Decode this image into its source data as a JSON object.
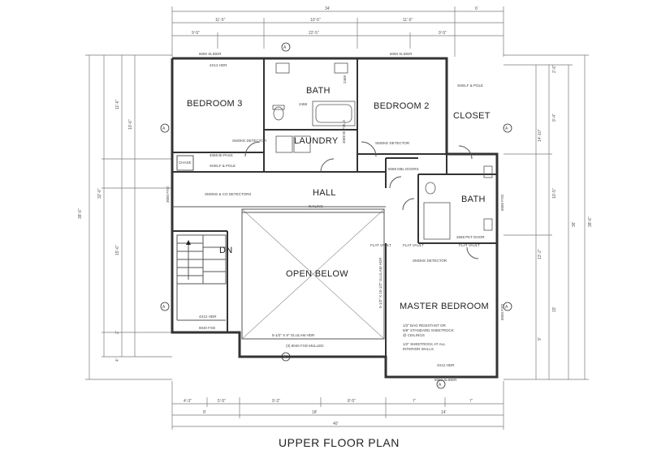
{
  "title": "UPPER FLOOR PLAN",
  "rooms": {
    "bedroom3": "BEDROOM 3",
    "bath_upper": "BATH",
    "bedroom2": "BEDROOM 2",
    "closet": "CLOSET",
    "laundry": "LAUNDRY",
    "hall": "HALL",
    "bath_master": "BATH",
    "open_below": "OPEN BELOW",
    "master_bedroom": "MASTER BEDROOM",
    "stair": "DN",
    "chase": "CHASE"
  },
  "notes": {
    "slider_top_left": "6050 SLIDER",
    "slider_top_right": "6050 SLIDER",
    "slider_bottom": "6050 SLIDER",
    "header_top": "4X12 HDR",
    "header_master": "4X12 HDR",
    "header_stair": "4X12 HDR",
    "fixed_stair": "8040 FXD",
    "pocket_door_1": "2468",
    "pocket_door_2": "2468",
    "bifold_bed3": "4068 BI-PASS",
    "shelf_pole_bed3": "SHELF & POLE",
    "shelf_pole_closet": "SHELF & POLE",
    "bifold_laundry": "4068 BI-FOLD",
    "dbl_doors": "5068 DBL DOORS",
    "smoke_hall": "SMOKE & CO DETECTORS",
    "smoke_bed3": "SMOKE DETECTOR",
    "smoke_master": "SMOKE DETECTOR",
    "smoke_bed2": "SMOKE DETECTOR",
    "railing": "RAILING",
    "glulam": "5-1/2\" X 9\" GLULAM HDR",
    "mulled": "(3) 8040 FXD MULLED",
    "master_note_1": "1/2\" BAG RESISTANT OR",
    "master_note_2": "5/8\" STANDARD SHEETROCK",
    "master_note_3": "@ CEILINGS",
    "master_note_4": "1/2\" SHEETROCK AT ALL",
    "master_note_5": "INTERIOR WALLS",
    "pkt_door": "2668 PKT DOOR",
    "fxd_right": "6050 FXD",
    "fxd_master_right": "6050 FXD",
    "fxd_left": "3050 FXD",
    "flat_vault_1": "FLAT VAULT",
    "flat_vault_2": "FLAT VAULT",
    "flat_vault_3": "FLAT VAULT",
    "hdr_vert": "5-1/2\" X 10-1/2\" GLULAM HDR"
  },
  "dimensions": {
    "top_overall": "34'",
    "top_right_overall": "6'",
    "top_row2_left": "11'-5\"",
    "top_row2_mid": "10'-5\"",
    "top_row2_right": "11'-5\"",
    "top_row3_left": "9'-5\"",
    "top_row3_mid": "22'-5\"",
    "top_row3_right": "9'-5\"",
    "bottom_row1_a": "4'-3\"",
    "bottom_row1_b": "5'-5\"",
    "bottom_row1_c": "9'-3\"",
    "bottom_row1_d": "8'-5\"",
    "bottom_row1_e": "7'",
    "bottom_row1_f": "7'",
    "bottom_row2_a": "8'",
    "bottom_row2_b": "18'",
    "bottom_row2_c": "14'",
    "bottom_overall": "40'",
    "left_overall": "38'-6\"",
    "left_row2": "32'-6\"",
    "left_a": "11'-6\"",
    "left_b": "10'-6\"",
    "left_c": "15'-6\"",
    "left_d": "2'",
    "left_e": "4'",
    "right_overall": "38'-6\"",
    "right_row2": "36'",
    "right_a": "9'-4\"",
    "right_b": "14'-10\"",
    "right_c": "10'-5\"",
    "right_d": "13'-2\"",
    "right_e": "15'",
    "right_f": "9'",
    "right_g": "2'-6\""
  },
  "section_markers": [
    "A",
    "A",
    "A",
    "A",
    "A",
    "A",
    "A"
  ]
}
